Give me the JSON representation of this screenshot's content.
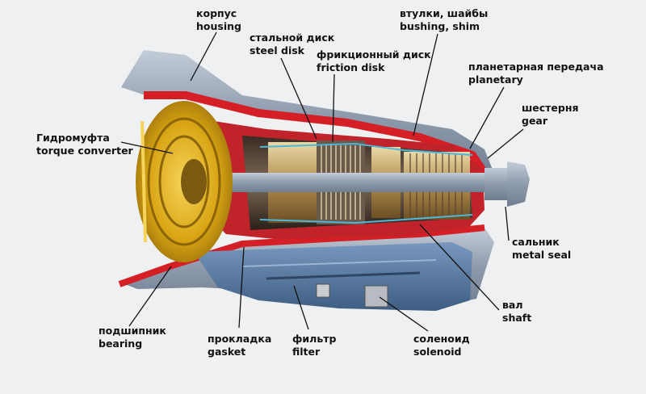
{
  "labels": {
    "housing": {
      "ru": "корпус",
      "en": "housing"
    },
    "steel_disk": {
      "ru": "стальной диск",
      "en": "steel disk"
    },
    "bushing": {
      "ru": "втулки, шайбы",
      "en": "bushing, shim"
    },
    "friction_disk": {
      "ru": "фрикционный диск",
      "en": "friction disk"
    },
    "planetary": {
      "ru": "планетарная передача",
      "en": "planetary"
    },
    "gear": {
      "ru": "шестерня",
      "en": "gear"
    },
    "torque_converter": {
      "ru": "Гидромуфта",
      "en": "torque converter"
    },
    "metal_seal": {
      "ru": "сальник",
      "en": "metal seal"
    },
    "shaft": {
      "ru": "вал",
      "en": "shaft"
    },
    "bearing": {
      "ru": "подшипник",
      "en": "bearing"
    },
    "gasket": {
      "ru": "прокладка",
      "en": "gasket"
    },
    "filter": {
      "ru": "фильтр",
      "en": "filter"
    },
    "solenoid": {
      "ru": "соленоид",
      "en": "solenoid"
    }
  },
  "colors": {
    "background": "#eef0f1",
    "housing_metal": "#9aa7b8",
    "cut_red": "#d41f26",
    "converter_yellow": "#e3b21b",
    "pan_blue": "#5d7fa6",
    "leader_line": "#111111"
  }
}
